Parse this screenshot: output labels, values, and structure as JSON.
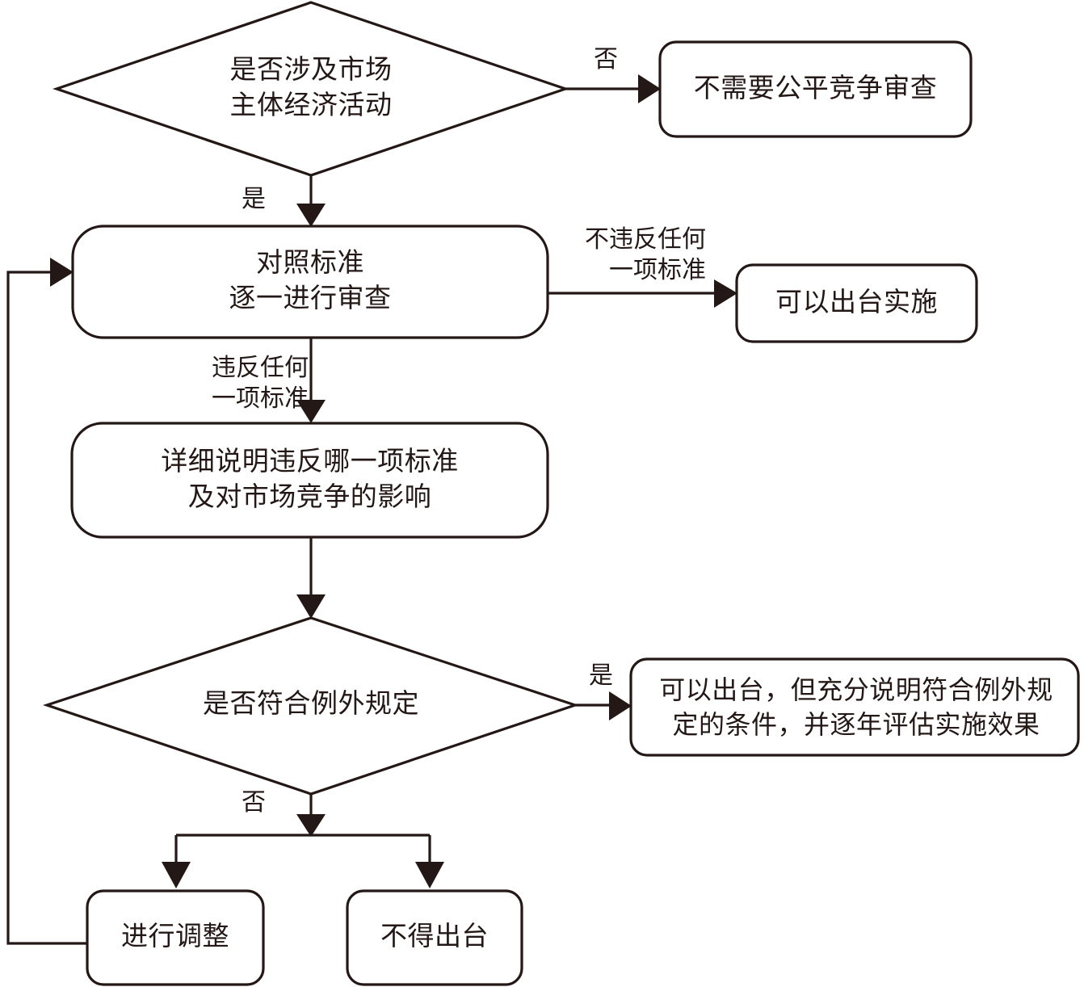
{
  "diagram": {
    "title": "公平竞争审查流程图",
    "type": "flowchart",
    "colors": {
      "line": "#231815",
      "fill": "#ffffff",
      "background": "#ffffff"
    },
    "nodes": [
      {
        "id": "n1",
        "shape": "diamond",
        "text": "是否涉及市场\n主体经济活动"
      },
      {
        "id": "n2",
        "shape": "rounded-rect",
        "text": "不需要公平竞争审查"
      },
      {
        "id": "n3",
        "shape": "rounded-rect",
        "text": "对照标准\n逐一进行审查"
      },
      {
        "id": "n4",
        "shape": "rounded-rect",
        "text": "可以出台实施"
      },
      {
        "id": "n5",
        "shape": "rounded-rect",
        "text": "详细说明违反哪一项标准\n及对市场竞争的影响"
      },
      {
        "id": "n6",
        "shape": "diamond",
        "text": "是否符合例外规定"
      },
      {
        "id": "n7",
        "shape": "rounded-rect",
        "text": "可以出台，但充分说明符合例外规\n定的条件，并逐年评估实施效果"
      },
      {
        "id": "n8",
        "shape": "rounded-rect",
        "text": "进行调整"
      },
      {
        "id": "n9",
        "shape": "rounded-rect",
        "text": "不得出台"
      }
    ],
    "edge_labels": [
      {
        "id": "e1",
        "text": "否"
      },
      {
        "id": "e2",
        "text": "是"
      },
      {
        "id": "e3",
        "text": "不违反任何\n一项标准"
      },
      {
        "id": "e4",
        "text": "违反任何\n一项标准"
      },
      {
        "id": "e5",
        "text": "是"
      },
      {
        "id": "e6",
        "text": "否"
      }
    ]
  }
}
